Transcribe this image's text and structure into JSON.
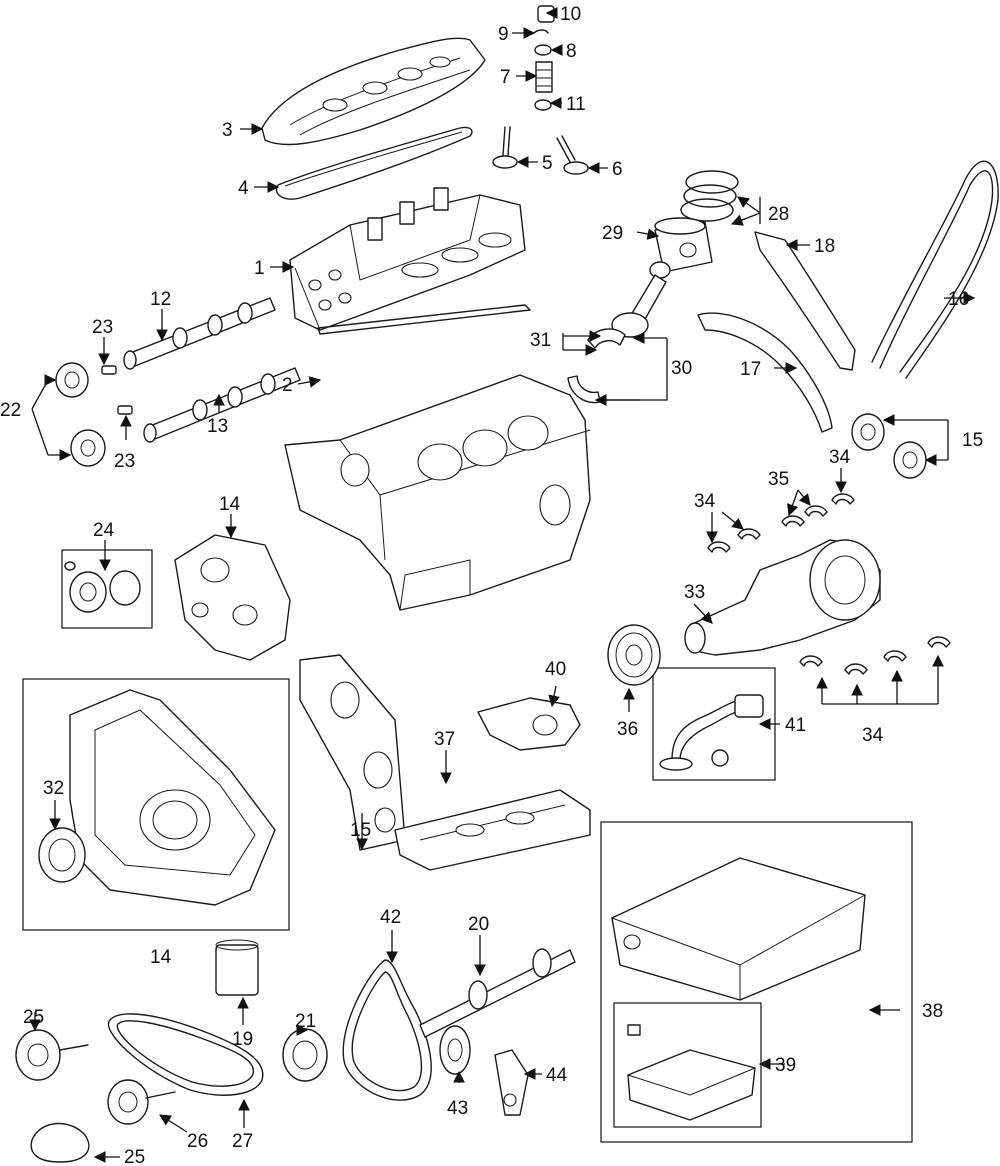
{
  "callouts": {
    "c1": "1",
    "c2": "2",
    "c3": "3",
    "c4": "4",
    "c5": "5",
    "c6": "6",
    "c7": "7",
    "c8": "8",
    "c9": "9",
    "c10": "10",
    "c11": "11",
    "c12": "12",
    "c13": "13",
    "c14a": "14",
    "c14b": "14",
    "c15a": "15",
    "c15b": "15",
    "c16": "16",
    "c17": "17",
    "c18": "18",
    "c19": "19",
    "c20": "20",
    "c21": "21",
    "c22": "22",
    "c23a": "23",
    "c23b": "23",
    "c24": "24",
    "c25a": "25",
    "c25b": "25",
    "c26": "26",
    "c27": "27",
    "c28": "28",
    "c29": "29",
    "c30": "30",
    "c31": "31",
    "c32": "32",
    "c33": "33",
    "c34a": "34",
    "c34b": "34",
    "c34c": "34",
    "c35": "35",
    "c36": "36",
    "c37": "37",
    "c38": "38",
    "c39": "39",
    "c40": "40",
    "c41": "41",
    "c42": "42",
    "c43": "43",
    "c44": "44"
  }
}
